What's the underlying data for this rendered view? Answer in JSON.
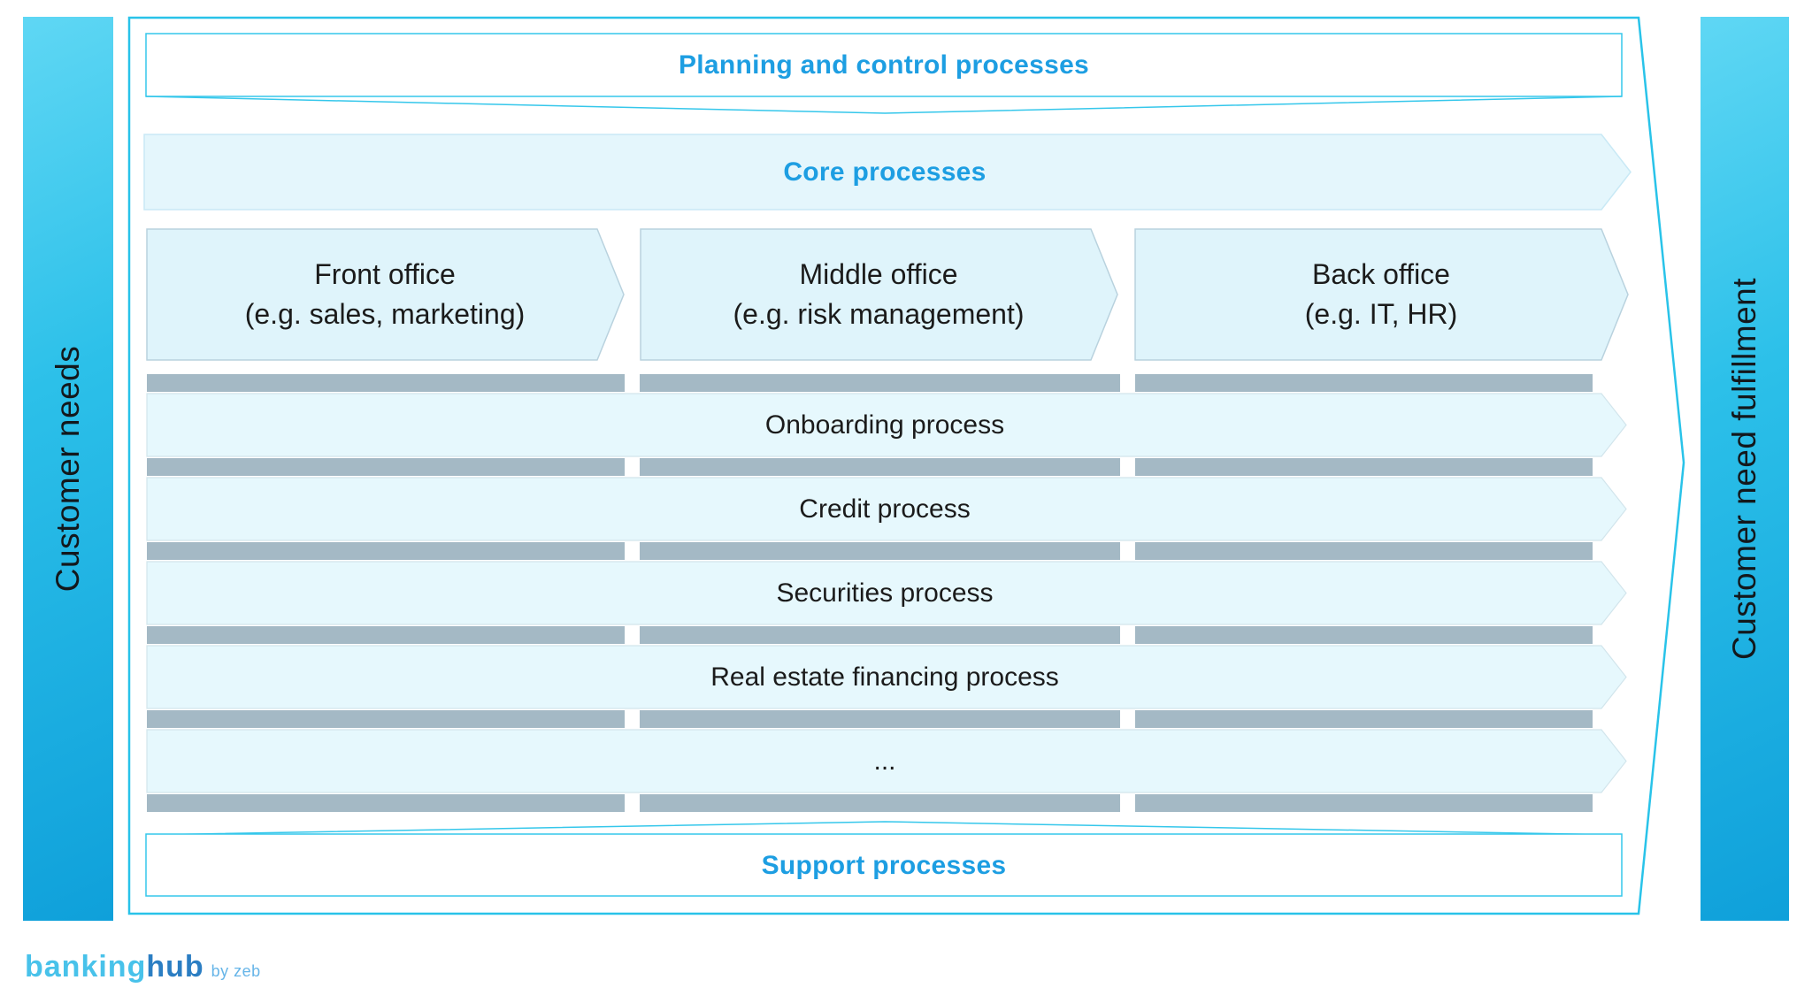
{
  "diagram": {
    "left_bar_label": "Customer needs",
    "right_bar_label": "Customer need fulfillment",
    "planning_label": "Planning and control processes",
    "core_label": "Core processes",
    "support_label": "Support processes",
    "offices": [
      {
        "title": "Front office",
        "subtitle": "(e.g. sales, marketing)"
      },
      {
        "title": "Middle office",
        "subtitle": "(e.g. risk management)"
      },
      {
        "title": "Back office",
        "subtitle": "(e.g. IT, HR)"
      }
    ],
    "processes": [
      "Onboarding process",
      "Credit process",
      "Securities process",
      "Real estate financing process",
      "..."
    ],
    "colors": {
      "heading_blue": "#1d9ee2",
      "outline_cyan": "#29c3e9",
      "band_fill": "#e6f8fd",
      "office_fill": "#dff4fb",
      "gray_bar": "#a4b9c5",
      "bar_gradient_start": "#5fd7f4",
      "bar_gradient_end": "#0fa0da"
    }
  },
  "logo": {
    "part1": "banking",
    "part2": "hub",
    "byline": "by zeb"
  }
}
